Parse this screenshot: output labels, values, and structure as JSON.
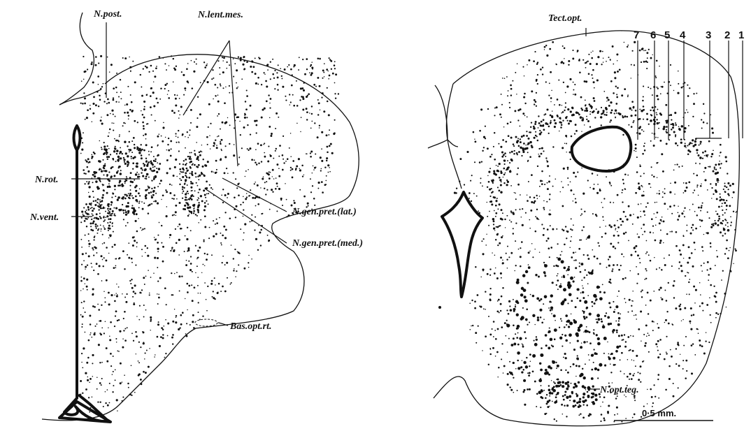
{
  "colors": {
    "ink": "#111111",
    "background": "#ffffff"
  },
  "left_section": {
    "labels": {
      "n_post": "N.post.",
      "n_lent_mes": "N.lent.mes.",
      "n_rot": "N.rot.",
      "n_vent": "N.vent.",
      "n_gen_pret_lat": "N.gen.pret.(lat.)",
      "n_gen_pret_med": "N.gen.pret.(med.)",
      "bas_opt_rt": "Bas.opt.rt."
    }
  },
  "right_section": {
    "labels": {
      "tect_opt": "Tect.opt.",
      "n_opt_teg": "N.opt.teg."
    },
    "layer_numbers": [
      "7",
      "6",
      "5",
      "4",
      "3",
      "2",
      "1"
    ]
  },
  "scale_bar": {
    "label": "0·5 mm."
  }
}
